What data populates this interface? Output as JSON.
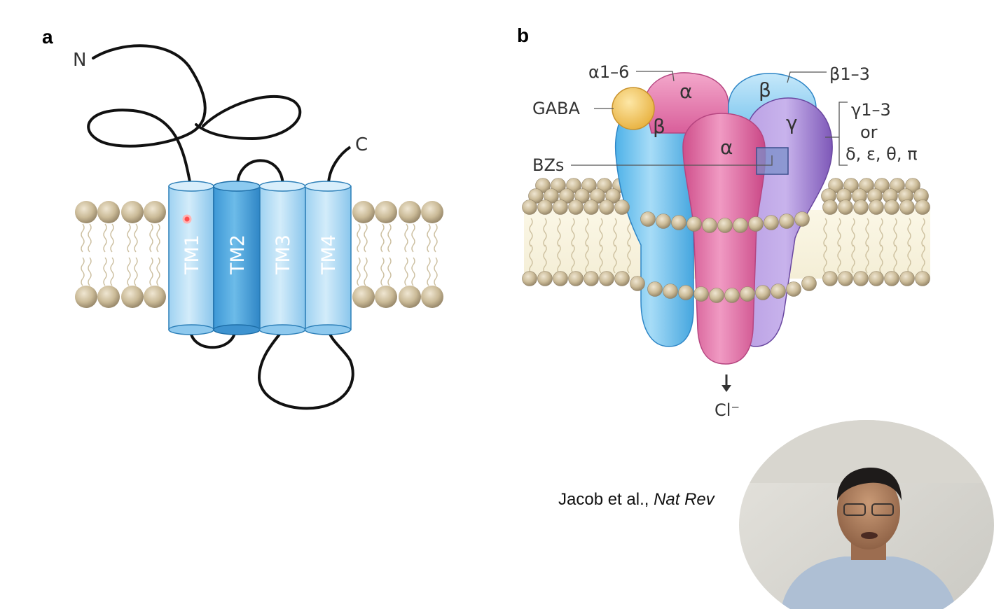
{
  "panel_a": {
    "label": "a",
    "n_term": "N",
    "c_term": "C",
    "helices": [
      "TM1",
      "TM2",
      "TM3",
      "TM4"
    ]
  },
  "panel_b": {
    "label": "b",
    "alpha_family": "α1–6",
    "beta_family": "β1–3",
    "ligand": "GABA",
    "gamma_family": "γ1–3",
    "or_text": "or",
    "alt_subunits": "δ, ε, θ, π",
    "bz_site": "BZs",
    "subunit_alpha": "α",
    "subunit_beta": "β",
    "subunit_gamma": "γ",
    "ion": "Cl⁻"
  },
  "citation": {
    "authors": "Jacob et al., ",
    "journal": "Nat Rev"
  },
  "colors": {
    "tm_light": "#b9def4",
    "tm_dark": "#4aa3dc",
    "alpha_pink": "#df6fa3",
    "beta_blue": "#7cc8f0",
    "gamma_purple": "#a27fd0",
    "gaba_yellow": "#f3c75f",
    "lipid_head": "#c9b99a"
  }
}
